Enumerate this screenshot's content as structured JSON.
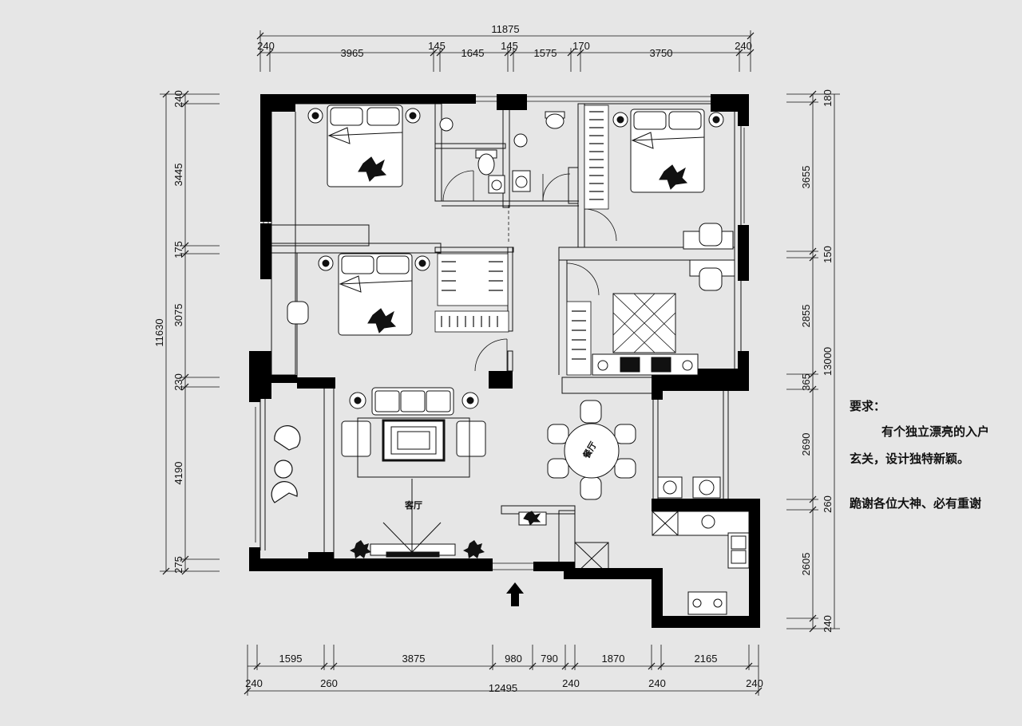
{
  "dimensions": {
    "top_total": "11875",
    "top_segments": [
      "240",
      "3965",
      "145",
      "1645",
      "145",
      "1575",
      "170",
      "3750",
      "240"
    ],
    "bottom_segments": [
      "1595",
      "3875",
      "980",
      "790",
      "1870",
      "2165"
    ],
    "bottom_walls": [
      "240",
      "260",
      "240",
      "240",
      "240"
    ],
    "bottom_total": "12495",
    "left_total": "11630",
    "left_segments": [
      "240",
      "3445",
      "175",
      "3075",
      "230",
      "4190",
      "275"
    ],
    "right_total": "13000",
    "right_segments": [
      "180",
      "3655",
      "150",
      "2855",
      "365",
      "2690",
      "260",
      "2605",
      "240"
    ]
  },
  "rooms": {
    "living_room": "客厅",
    "dining_room": "餐厅"
  },
  "notes": {
    "heading": "要求：",
    "line1": "有个独立漂亮的入户",
    "line2": "玄关，设计独特新颖。",
    "line3": "跪谢各位大神、必有重谢"
  },
  "icons": {
    "entrance": "entrance-arrow-icon",
    "beds": "bed-icon",
    "toilet": "toilet-icon",
    "sink": "sink-icon",
    "sofa": "sofa-icon",
    "dining_table": "round-table-icon",
    "plants": "plant-icon",
    "stove": "stove-icon"
  },
  "colors": {
    "background": "#e6e6e6",
    "wall": "#000000",
    "line": "#111111"
  }
}
